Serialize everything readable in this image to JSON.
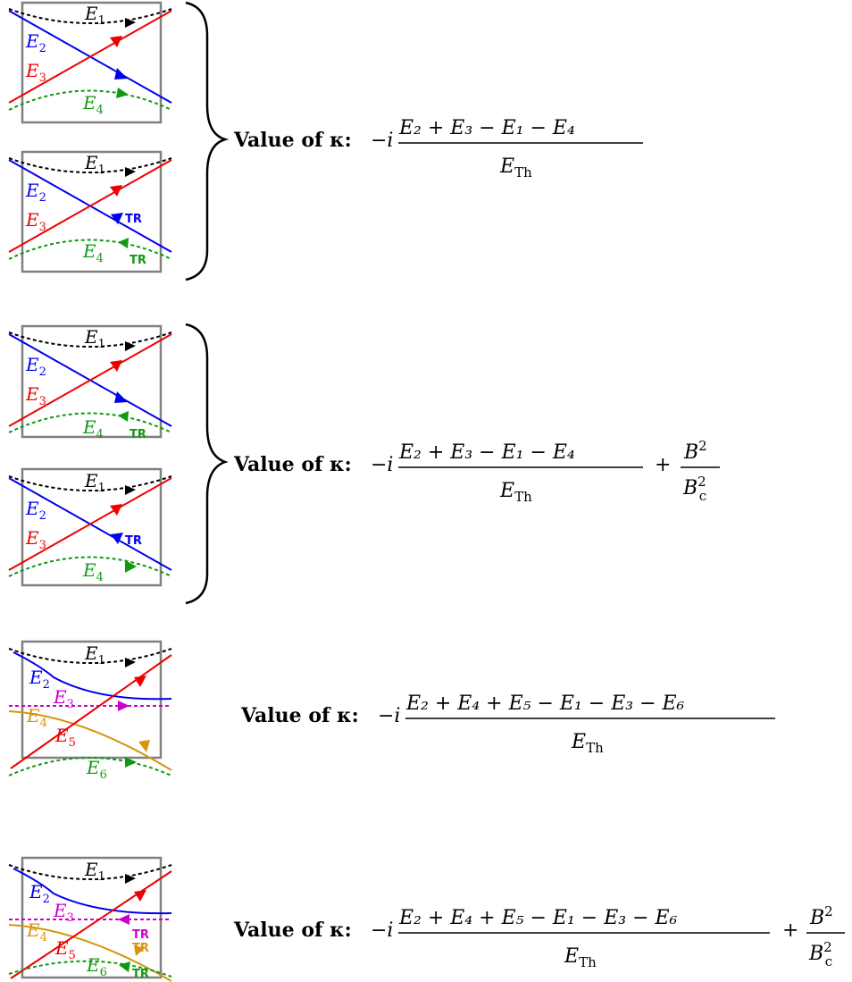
{
  "diagrams": [
    {
      "labels": {
        "e1": "E",
        "e1s": "1",
        "e2": "E",
        "e2s": "2",
        "e3": "E",
        "e3s": "3",
        "e4": "E",
        "e4s": "4"
      },
      "tr_marks": []
    },
    {
      "labels": {
        "e1": "E",
        "e1s": "1",
        "e2": "E",
        "e2s": "2",
        "e3": "E",
        "e3s": "3",
        "e4": "E",
        "e4s": "4"
      },
      "tr_marks": [
        "TR",
        "TR"
      ]
    },
    {
      "labels": {
        "e1": "E",
        "e1s": "1",
        "e2": "E",
        "e2s": "2",
        "e3": "E",
        "e3s": "3",
        "e4": "E",
        "e4s": "4"
      },
      "tr_marks": [
        "TR"
      ]
    },
    {
      "labels": {
        "e1": "E",
        "e1s": "1",
        "e2": "E",
        "e2s": "2",
        "e3": "E",
        "e3s": "3",
        "e4": "E",
        "e4s": "4"
      },
      "tr_marks": [
        "TR"
      ]
    },
    {
      "labels": {
        "e1": "E",
        "e1s": "1",
        "e2": "E",
        "e2s": "2",
        "e3": "E",
        "e3s": "3",
        "e4": "E",
        "e4s": "4",
        "e5": "E",
        "e5s": "5",
        "e6": "E",
        "e6s": "6"
      },
      "tr_marks": []
    },
    {
      "labels": {
        "e1": "E",
        "e1s": "1",
        "e2": "E",
        "e2s": "2",
        "e3": "E",
        "e3s": "3",
        "e4": "E",
        "e4s": "4",
        "e5": "E",
        "e5s": "5",
        "e6": "E",
        "e6s": "6"
      },
      "tr_marks": [
        "TR",
        "TR",
        "TR"
      ]
    }
  ],
  "formulas": [
    {
      "prefix": "Value of κ:",
      "minus_i": "−i",
      "numerator": "E₂ + E₃ − E₁ − E₄",
      "denominator": "E",
      "denominator_sub": "Th",
      "extra": null
    },
    {
      "prefix": "Value of κ:",
      "minus_i": "−i",
      "numerator": "E₂ + E₃ − E₁ − E₄",
      "denominator": "E",
      "denominator_sub": "Th",
      "extra": {
        "plus": "+",
        "num": "B",
        "num_sup": "2",
        "den": "B",
        "den_sub": "c",
        "den_sup": "2"
      }
    },
    {
      "prefix": "Value of κ:",
      "minus_i": "−i",
      "numerator": "E₂ + E₄ + E₅ − E₁ − E₃ − E₆",
      "denominator": "E",
      "denominator_sub": "Th",
      "extra": null
    },
    {
      "prefix": "Value of κ:",
      "minus_i": "−i",
      "numerator": "E₂ + E₄ + E₅ − E₁ − E₃ − E₆",
      "denominator": "E",
      "denominator_sub": "Th",
      "extra": {
        "plus": "+",
        "num": "B",
        "num_sup": "2",
        "den": "B",
        "den_sub": "c",
        "den_sup": "2"
      }
    }
  ],
  "colors": {
    "box": "#808080",
    "e1": "#000000",
    "e2": "#0000ee",
    "e3": "#ee0000",
    "e4": "#119911",
    "e3_six": "#cc00cc",
    "e4_six": "#d4950f",
    "e5_six": "#ee0000",
    "e6_six": "#119911",
    "text": "#000000"
  }
}
